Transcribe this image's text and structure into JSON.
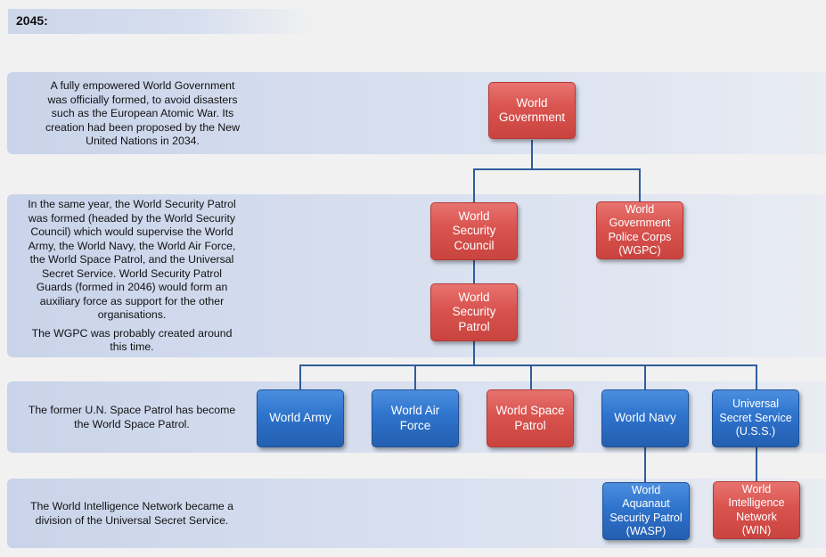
{
  "header": {
    "year": "2045:"
  },
  "bands": [
    {
      "lines": [
        "A fully empowered  World Government",
        "was officially formed, to avoid disasters",
        "such as the European Atomic War.  Its",
        "creation had been proposed by the New",
        "United Nations in 2034."
      ]
    },
    {
      "lines": [
        "In the same year,  the World Security Patrol",
        "was formed (headed by the World Security",
        "Council) which would supervise the World",
        "Army, the World Navy, the World Air Force,",
        "the World Space Patrol, and the Universal",
        "Secret Service. World Security Patrol",
        "Guards  (formed in 2046) would form an",
        "auxiliary force as support for the other",
        "organisations."
      ],
      "extra": [
        "The WGPC was probably created around",
        "this time."
      ]
    },
    {
      "lines": [
        "The  former U.N. Space Patrol has become",
        "the World Space Patrol."
      ]
    },
    {
      "lines": [
        "The World Intelligence Network became a",
        "division of the Universal Secret Service."
      ]
    }
  ],
  "nodes": {
    "world_government": "World\nGovernment",
    "world_security_council": "World\nSecurity\nCouncil",
    "wgpc": "World\nGovernment\nPolice Corps\n(WGPC)",
    "world_security_patrol": "World\nSecurity\nPatrol",
    "world_army": "World Army",
    "world_air_force": "World Air\nForce",
    "world_space_patrol": "World Space\nPatrol",
    "world_navy": "World Navy",
    "uss": "Universal\nSecret Service\n(U.S.S.)",
    "wasp": "World\nAquanaut\nSecurity Patrol\n(WASP)",
    "win": "World\nIntelligence\nNetwork\n(WIN)"
  },
  "colors": {
    "red": "#d9534f",
    "blue": "#2e73cc",
    "line": "#2f5d9a"
  }
}
